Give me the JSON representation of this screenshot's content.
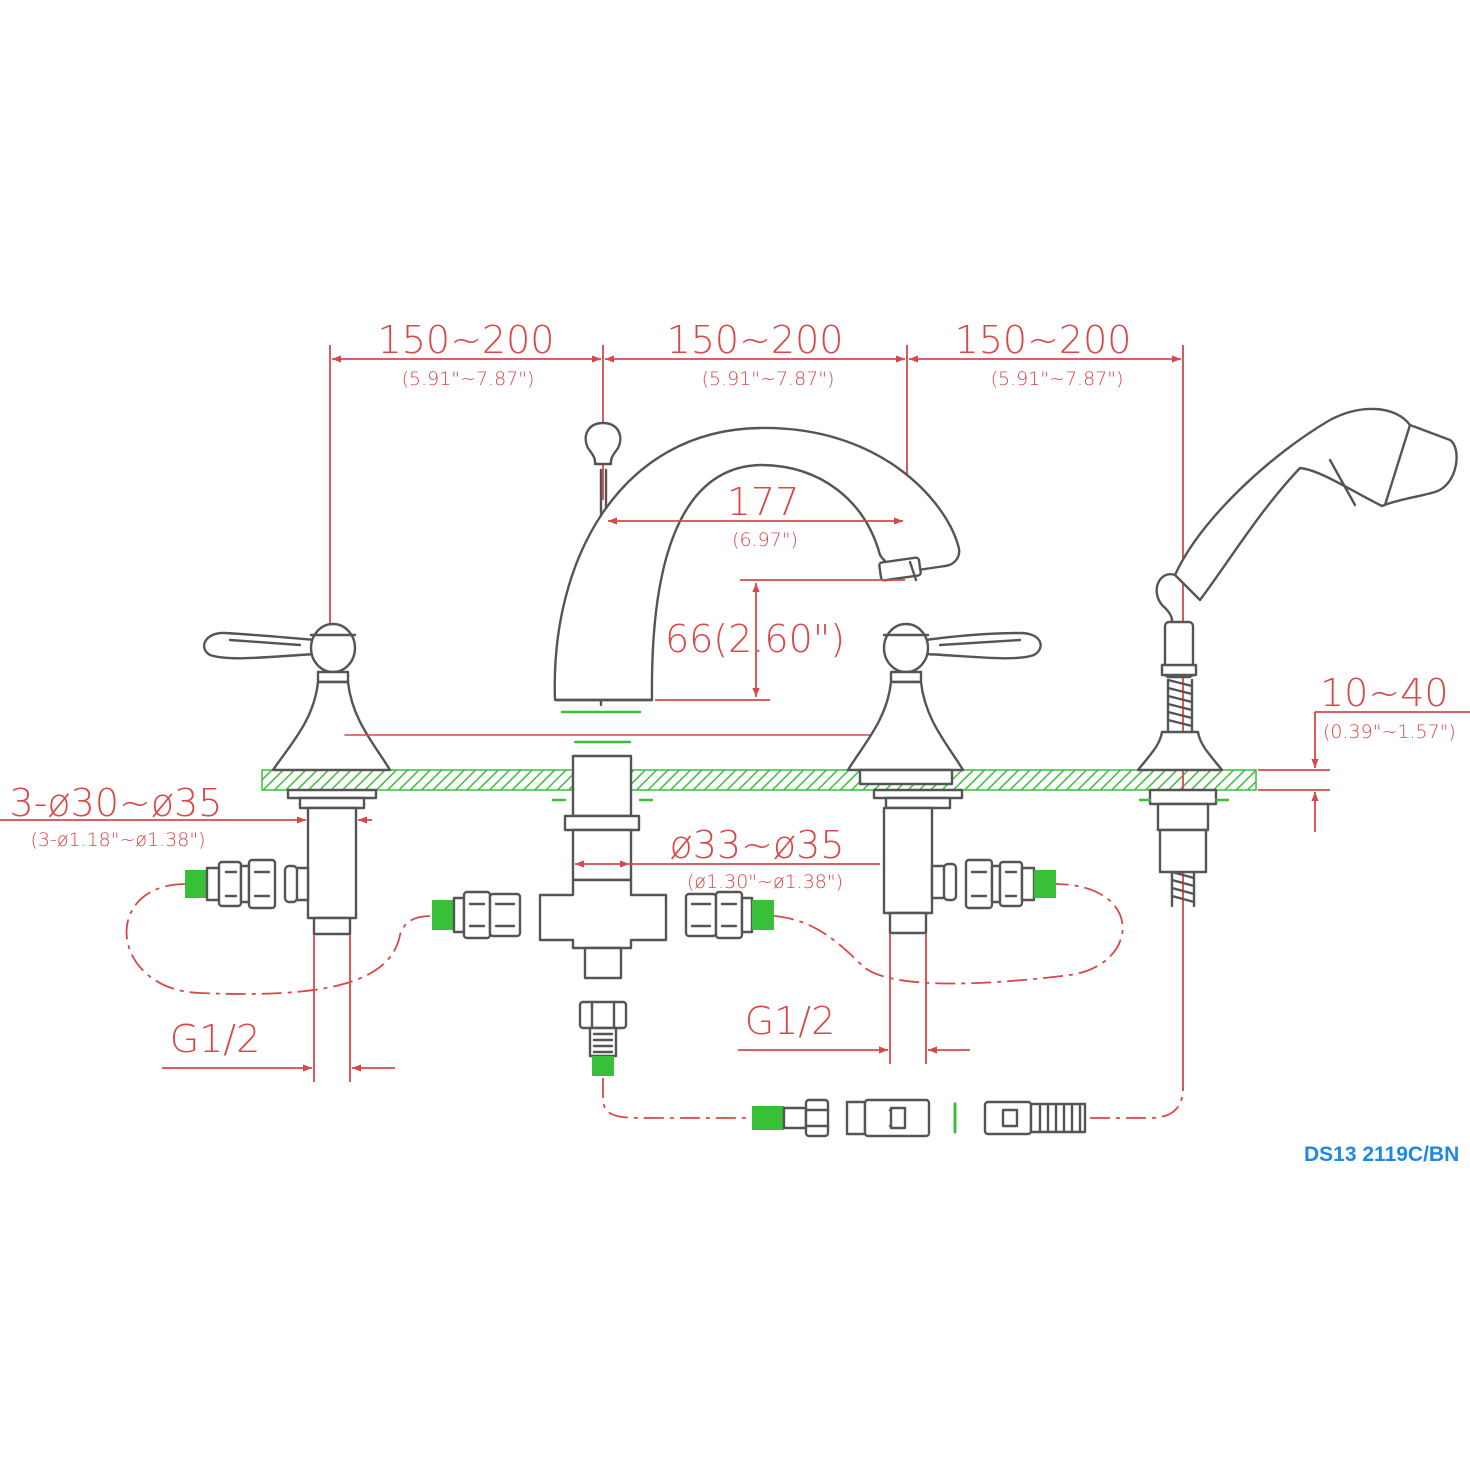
{
  "dimensions": {
    "spacing_1": {
      "metric": "150~200",
      "imperial": "(5.91\"~7.87\")"
    },
    "spacing_2": {
      "metric": "150~200",
      "imperial": "(5.91\"~7.87\")"
    },
    "spacing_3": {
      "metric": "150~200",
      "imperial": "(5.91\"~7.87\")"
    },
    "spout_reach": {
      "metric": "177",
      "imperial": "(6.97\")"
    },
    "spout_height": {
      "label": "66(2.60\")"
    },
    "deck_thickness": {
      "metric": "10~40",
      "imperial": "(0.39\"~1.57\")"
    },
    "side_holes": {
      "metric": "3-ø30~ø35",
      "imperial": "(3-ø1.18\"~ø1.38\")"
    },
    "center_hole": {
      "metric": "ø33~ø35",
      "imperial": "(ø1.30\"~ø1.38\")"
    },
    "thread_left": {
      "label": "G1/2"
    },
    "thread_right": {
      "label": "G1/2"
    }
  },
  "model_code": "DS13 2119C/BN",
  "colors": {
    "dimension": "#d94848",
    "outline": "#555555",
    "deck": "#39c039",
    "code": "#1e88e5"
  }
}
